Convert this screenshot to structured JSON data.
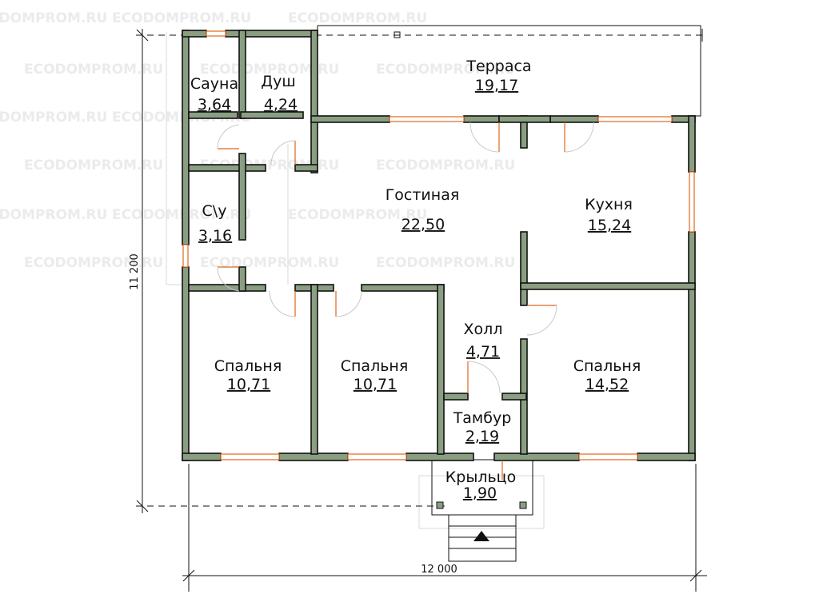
{
  "watermark": {
    "text": "ECODOMPROM.RU",
    "color": "#e8e8e8"
  },
  "rooms": [
    {
      "id": "terrace",
      "name": "Терраса",
      "area": "19,17"
    },
    {
      "id": "sauna",
      "name": "Сауна",
      "area": "3,64"
    },
    {
      "id": "shower",
      "name": "Душ",
      "area": "4,24"
    },
    {
      "id": "living",
      "name": "Гостиная",
      "area": "22,50"
    },
    {
      "id": "kitchen",
      "name": "Кухня",
      "area": "15,24"
    },
    {
      "id": "wc",
      "name": "С\\у",
      "area": "3,16"
    },
    {
      "id": "hall",
      "name": "Холл",
      "area": "4,71"
    },
    {
      "id": "bedroom1",
      "name": "Спальня",
      "area": "10,71"
    },
    {
      "id": "bedroom2",
      "name": "Спальня",
      "area": "10,71"
    },
    {
      "id": "bedroom3",
      "name": "Спальня",
      "area": "14,52"
    },
    {
      "id": "vestibule",
      "name": "Тамбур",
      "area": "2,19"
    },
    {
      "id": "porch",
      "name": "Крыльцо",
      "area": "1,90"
    }
  ],
  "dimensions": {
    "height": "11 200",
    "width": "12 000"
  },
  "colors": {
    "wall": "#8a9f82",
    "accent": "#e0661b",
    "line": "#111111"
  }
}
